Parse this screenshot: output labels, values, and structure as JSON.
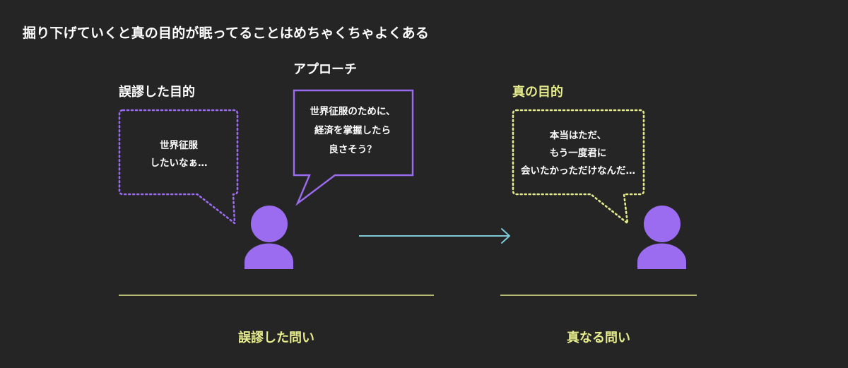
{
  "headline": "掘り下げていくと真の目的が眠ってることはめちゃくちゃよくある",
  "labels": {
    "wrong_goal": "誤謬した目的",
    "approach": "アプローチ",
    "true_goal": "真の目的"
  },
  "bubbles": {
    "wrong": [
      "世界征服",
      "したいなぁ…"
    ],
    "approach": [
      "世界征服のために、",
      "経済を掌握したら",
      "良さそう？"
    ],
    "true": [
      "本当はただ、",
      "もう一度君に",
      "会いたかっただけなんだ…"
    ]
  },
  "bottom_labels": {
    "wrong_question": "誤謬した問い",
    "true_question": "真なる問い"
  },
  "colors": {
    "background": "#252525",
    "purple": "#9b6cf0",
    "yellow": "#e6ec8c",
    "arrow": "#7ec8d8"
  },
  "icons": {
    "person": "person-icon",
    "arrow": "arrow-right-icon"
  }
}
